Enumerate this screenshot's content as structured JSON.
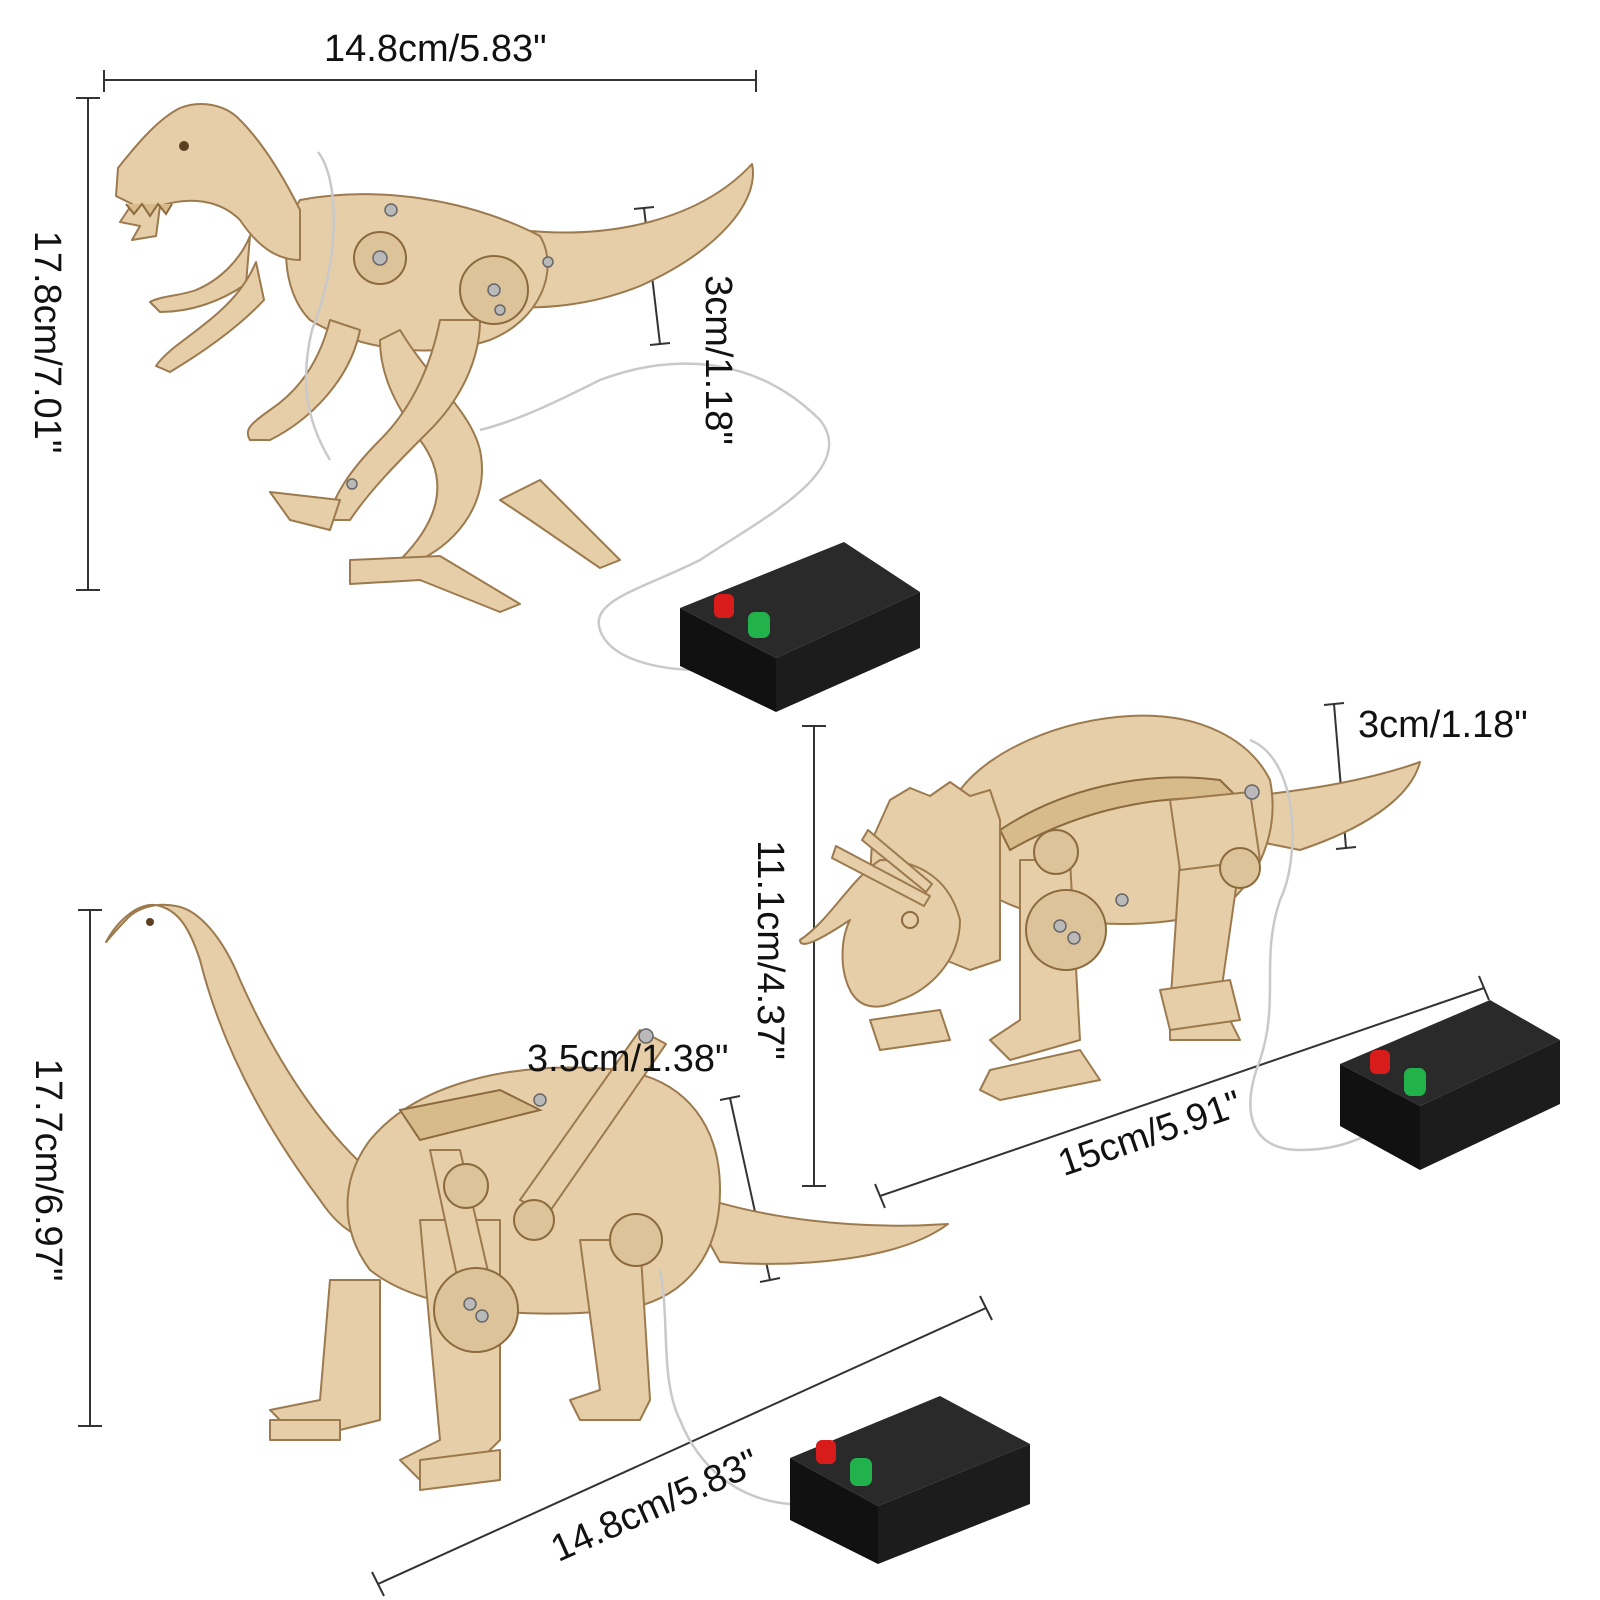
{
  "measurements": {
    "trex": {
      "width": "14.8cm/5.83\"",
      "height": "17.8cm/7.01\"",
      "thickness": "3cm/1.18\""
    },
    "triceratops": {
      "height": "11.1cm/4.37\"",
      "thickness": "3cm/1.18\"",
      "length": "15cm/5.91\""
    },
    "brachiosaurus": {
      "height": "17.7cm/6.97\"",
      "thickness": "3.5cm/1.38\"",
      "length": "14.8cm/5.83\""
    }
  },
  "colors": {
    "wood": "#e6cfa8",
    "battery_box": "#111111",
    "button_red": "#d81b1b",
    "button_green": "#22b24c",
    "wire": "#c9c9c9"
  },
  "icons": {
    "trex": "trex-wooden-kit",
    "triceratops": "triceratops-wooden-kit",
    "brachiosaurus": "brachiosaurus-wooden-kit",
    "battery": "battery-box-with-buttons"
  }
}
